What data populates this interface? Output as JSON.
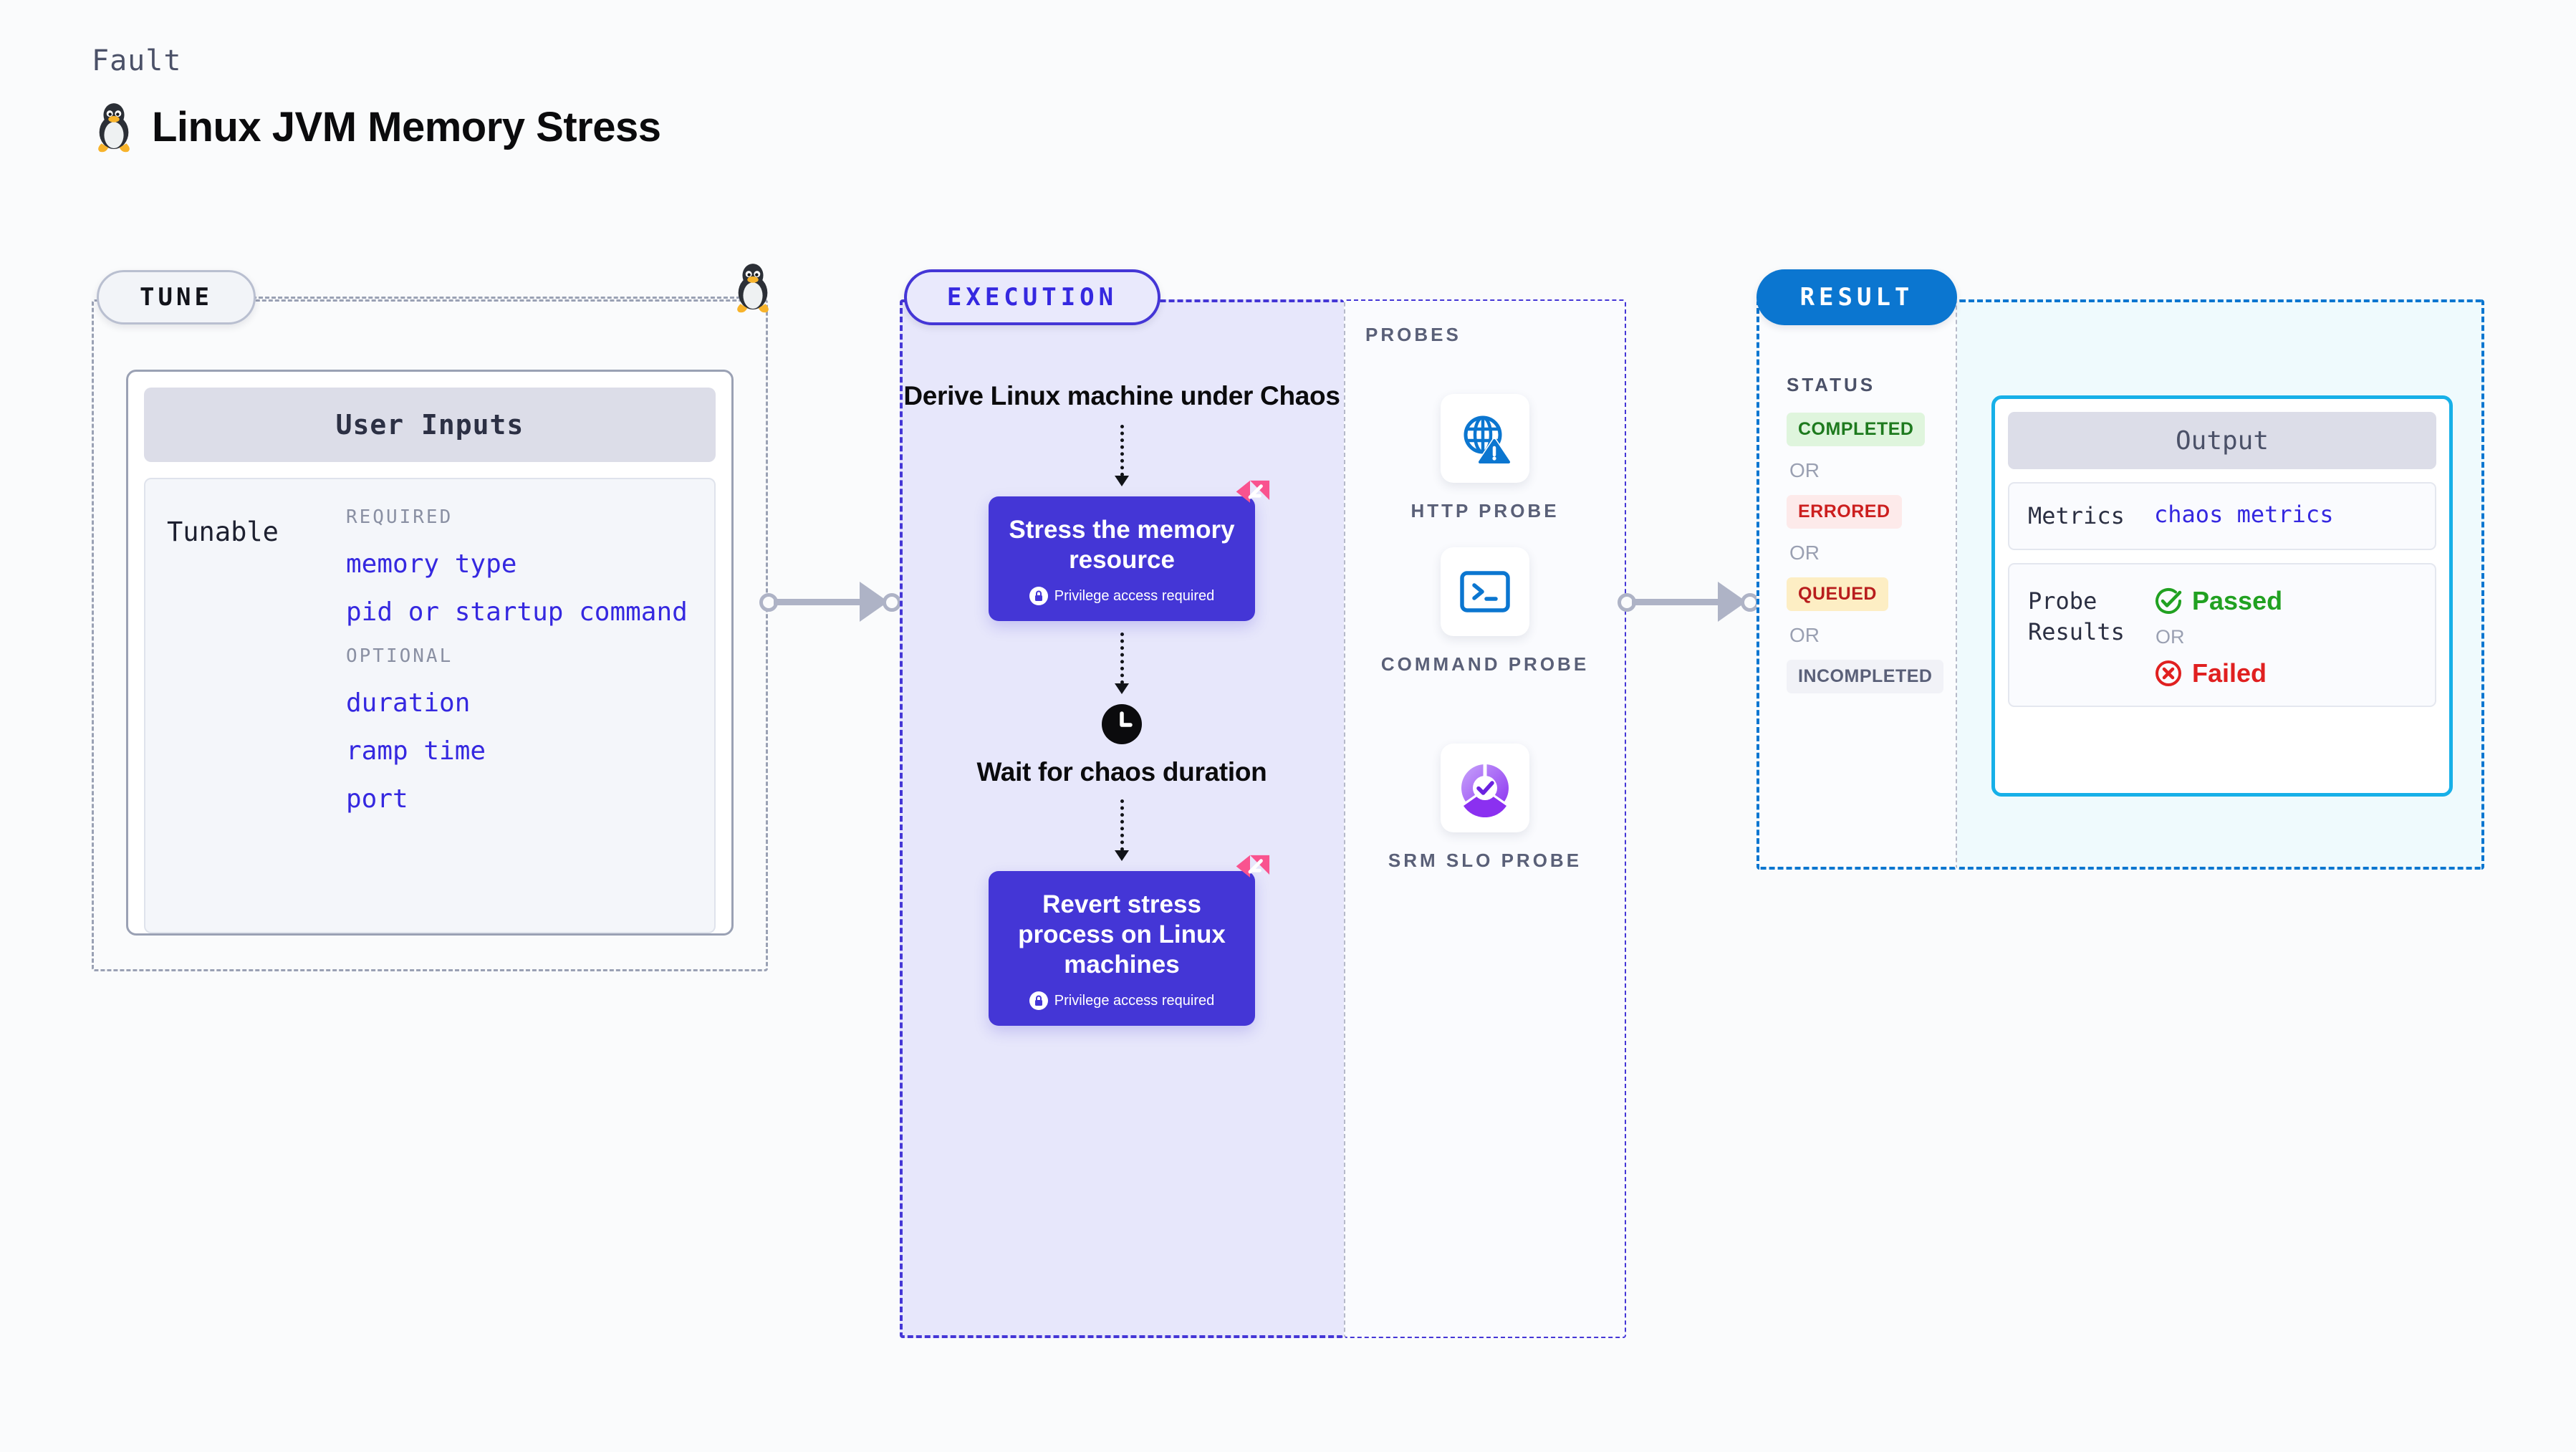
{
  "header": {
    "eyebrow": "Fault",
    "title": "Linux JVM Memory Stress",
    "icon": "tux-penguin-icon"
  },
  "tune": {
    "pill_label": "TUNE",
    "card_title": "User Inputs",
    "tunable_label": "Tunable",
    "groups": [
      {
        "heading": "REQUIRED",
        "items": [
          "memory type",
          "pid or startup command"
        ]
      },
      {
        "heading": "OPTIONAL",
        "items": [
          "duration",
          "ramp time",
          "port"
        ]
      }
    ]
  },
  "execution": {
    "pill_label": "EXECUTION",
    "steps": [
      {
        "kind": "heading",
        "text": "Derive Linux machine under Chaos"
      },
      {
        "kind": "card",
        "text": "Stress the memory resource",
        "note": "Privilege access required"
      },
      {
        "kind": "heading-clock",
        "text": "Wait for chaos duration"
      },
      {
        "kind": "card",
        "text": "Revert stress process on Linux machines",
        "note": "Privilege access required"
      }
    ]
  },
  "probes": {
    "title": "PROBES",
    "items": [
      {
        "label": "HTTP PROBE",
        "icon": "globe-warning-icon"
      },
      {
        "label": "COMMAND PROBE",
        "icon": "terminal-icon"
      },
      {
        "label": "SRM SLO PROBE",
        "icon": "slo-donut-check-icon"
      }
    ]
  },
  "result": {
    "pill_label": "RESULT",
    "status_title": "STATUS",
    "or_label": "OR",
    "statuses": [
      {
        "label": "COMPLETED",
        "color": "#1e7a1e",
        "bg": "#dff5dd"
      },
      {
        "label": "ERRORED",
        "color": "#cc1f1f",
        "bg": "#fdeaea"
      },
      {
        "label": "QUEUED",
        "color": "#b81d1d",
        "bg": "#fdeec4"
      },
      {
        "label": "INCOMPLETED",
        "color": "#5a6078",
        "bg": "#f1f2f7"
      }
    ],
    "output": {
      "title": "Output",
      "metrics_key": "Metrics",
      "metrics_value": "chaos metrics",
      "probe_results_key": "Probe Results",
      "passed_label": "Passed",
      "failed_label": "Failed",
      "or_label": "OR"
    }
  },
  "colors": {
    "indigo": "#4436d6",
    "blue": "#0b76d0",
    "cyan": "#17b0e8",
    "pink": "#f9538f",
    "green": "#21a121",
    "red": "#e02020"
  }
}
